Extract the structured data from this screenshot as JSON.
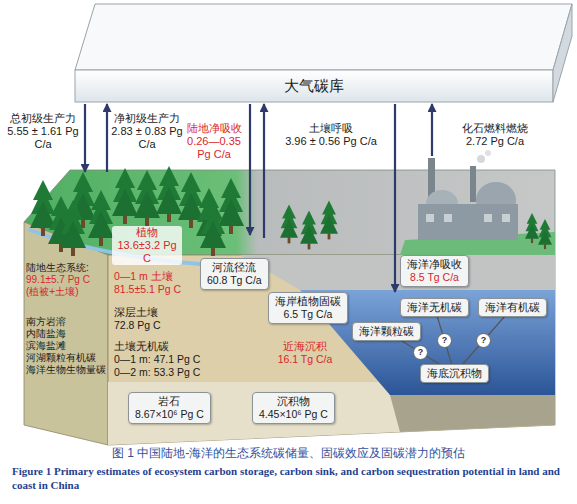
{
  "diagram": {
    "caption": "图 1 中国陆地-海洋的生态系统碳储量、固碳效应及固碳潜力的预估",
    "nodes": [
      {
        "text": [
          "大气碳库"
        ]
      },
      {
        "text": [
          "河流径流",
          "60.8 Tg C/a"
        ]
      },
      {
        "text": [
          "海洋净吸收",
          "8.5 Tg C/a"
        ]
      },
      {
        "text": [
          "海岸植物固碳",
          "6.5 Tg C/a"
        ]
      },
      {
        "text": [
          "海洋无机碳"
        ]
      },
      {
        "text": [
          "海洋有机碳"
        ]
      },
      {
        "text": [
          "海洋颗粒碳"
        ]
      },
      {
        "text": [
          "海底沉积物"
        ]
      },
      {
        "text": [
          "岩石",
          "8.67×10⁶ Pg C"
        ]
      },
      {
        "text": [
          "沉积物",
          "4.45×10⁶ Pg C"
        ]
      }
    ],
    "edges": [
      {
        "from": 4,
        "to": 7,
        "label": "?",
        "arrow": "none"
      },
      {
        "from": 5,
        "to": 7,
        "label": "?",
        "arrow": "none"
      },
      {
        "from": 6,
        "to": 7,
        "label": "?",
        "arrow": "none"
      }
    ],
    "labels": [
      "总初级生产力",
      "5.55 ± 1.61 Pg C/a",
      "净初级生产力",
      "2.83 ± 0.83 Pg C/a",
      "陆地净吸收",
      "0.26—0.35 Pg C/a",
      "土壤呼吸",
      "3.96 ± 0.56 Pg C/a",
      "化石燃料燃烧",
      "2.72 Pg C/a",
      "植物",
      "13.6±3.2 Pg C",
      "陆地生态系统:",
      "99.1±5.7 Pg C",
      "(植被+土壤)",
      "0—1 m 土壤",
      "81.5±5.1 Pg C",
      "深层土壤",
      "72.8 Pg C",
      "土壤无机碳",
      "0—1 m: 47.1 Pg C",
      "0—2 m: 53.3 Pg C",
      "南方岩溶",
      "内陆盐海",
      "滨海盐滩",
      "河湖颗粒有机碳",
      "海洋生物生物量碳",
      "近海沉积",
      "16.1 Tg C/a",
      "Figure 1 Primary estimates of ecosystem carbon storage, carbon sink, and carbon sequestration potential in land and coast in China"
    ]
  }
}
